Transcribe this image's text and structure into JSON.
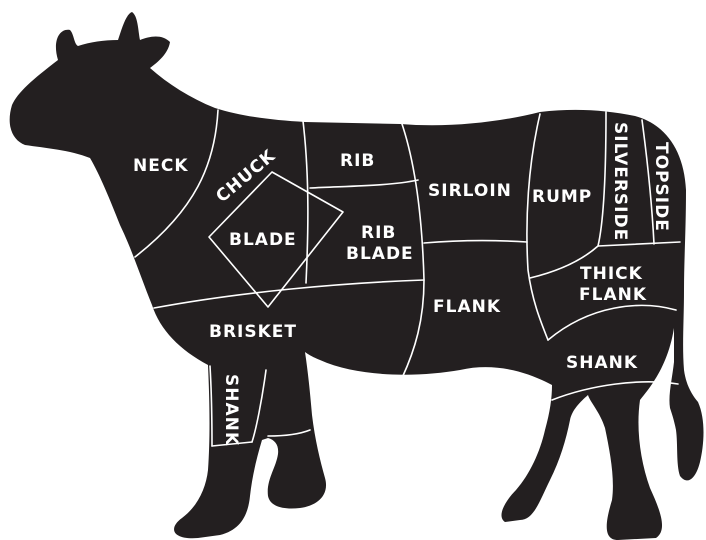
{
  "colors": {
    "body": "#231f20",
    "lines": "#ffffff",
    "background": "#ffffff"
  },
  "cuts": {
    "neck": "NECK",
    "chuck": "CHUCK",
    "blade": "BLADE",
    "rib": "RIB",
    "rib_blade_1": "RIB",
    "rib_blade_2": "BLADE",
    "sirloin": "SIRLOIN",
    "rump": "RUMP",
    "silverside": "SILVERSIDE",
    "topside": "TOPSIDE",
    "thick_flank_1": "THICK",
    "thick_flank_2": "FLANK",
    "flank": "FLANK",
    "brisket": "BRISKET",
    "shank_front": "SHANK",
    "shank_rear": "SHANK"
  }
}
